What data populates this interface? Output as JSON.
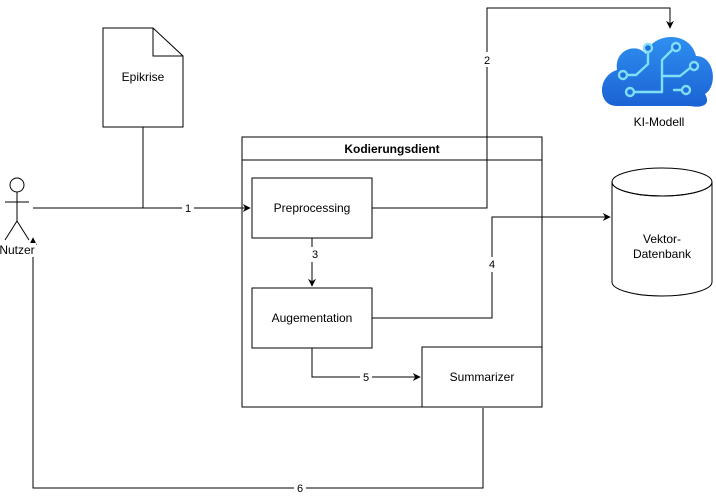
{
  "nodes": {
    "user": "Nutzer",
    "document": "Epikrise",
    "service": "Kodierungsdient",
    "preprocessing": "Preprocessing",
    "augmentation": "Augementation",
    "summarizer": "Summarizer",
    "vector_db_line1": "Vektor-",
    "vector_db_line2": "Datenbank",
    "ai_model": "KI-Modell"
  },
  "edges": {
    "e1": "1",
    "e2": "2",
    "e3": "3",
    "e4": "4",
    "e5": "5",
    "e6": "6"
  },
  "colors": {
    "line": "#000000",
    "cloud_top": "#2f8ff0",
    "cloud_bottom": "#1b62d4",
    "circuit": "#7fe0f5"
  }
}
